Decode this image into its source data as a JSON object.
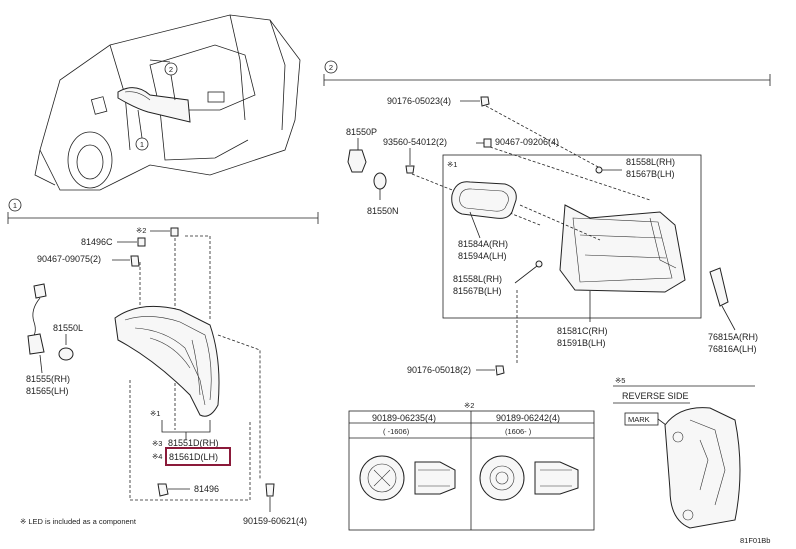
{
  "section_markers": {
    "sec1": "1",
    "sec2": "2"
  },
  "car_callouts": {
    "c1": "1",
    "c2": "2"
  },
  "labels": {
    "p90176_05023": "90176-05023(4)",
    "p81550P": "81550P",
    "p93560": "93560-54012(2)",
    "p90467_09206": "90467-09206(4)",
    "ref_x1_top": "※1",
    "p81558L_top": "81558L(RH)",
    "p81567B_top": "81567B(LH)",
    "p81550N": "81550N",
    "p81584A": "81584A(RH)",
    "p81594A": "81594A(LH)",
    "p81558L_mid": "81558L(RH)",
    "p81567B_mid": "81567B(LH)",
    "p81581C": "81581C(RH)",
    "p81591B": "81591B(LH)",
    "p76815A": "76815A(RH)",
    "p76816A": "76816A(LH)",
    "p90176_05018": "90176-05018(2)",
    "p81496C": "81496C",
    "ref_x2_left": "※2",
    "p90467_09075": "90467-09075(2)",
    "p81550L": "81550L",
    "p81555": "81555(RH)",
    "p81565": "81565(LH)",
    "ref_x1_left": "※1",
    "ref_x3": "※3",
    "p81551D": "81551D(RH)",
    "ref_x4": "※4",
    "p81561D": "81561D(LH)",
    "p81496": "81496",
    "p90159": "90159-60621(4)",
    "footnote": "※ LED is included as a component",
    "ref_x2_table": "※2",
    "ref_x5": "※5",
    "reverse_side": "REVERSE SIDE",
    "mark": "MARK",
    "diagram_code": "81F01Bb"
  },
  "clip_table": {
    "col1_header": "90189-06235(4)",
    "col2_header": "90189-06242(4)",
    "col1_range": "(     -1606)",
    "col2_range": "(1606-     )"
  },
  "highlight": {
    "part": "81561D(LH)",
    "color": "#8b1a3a"
  }
}
